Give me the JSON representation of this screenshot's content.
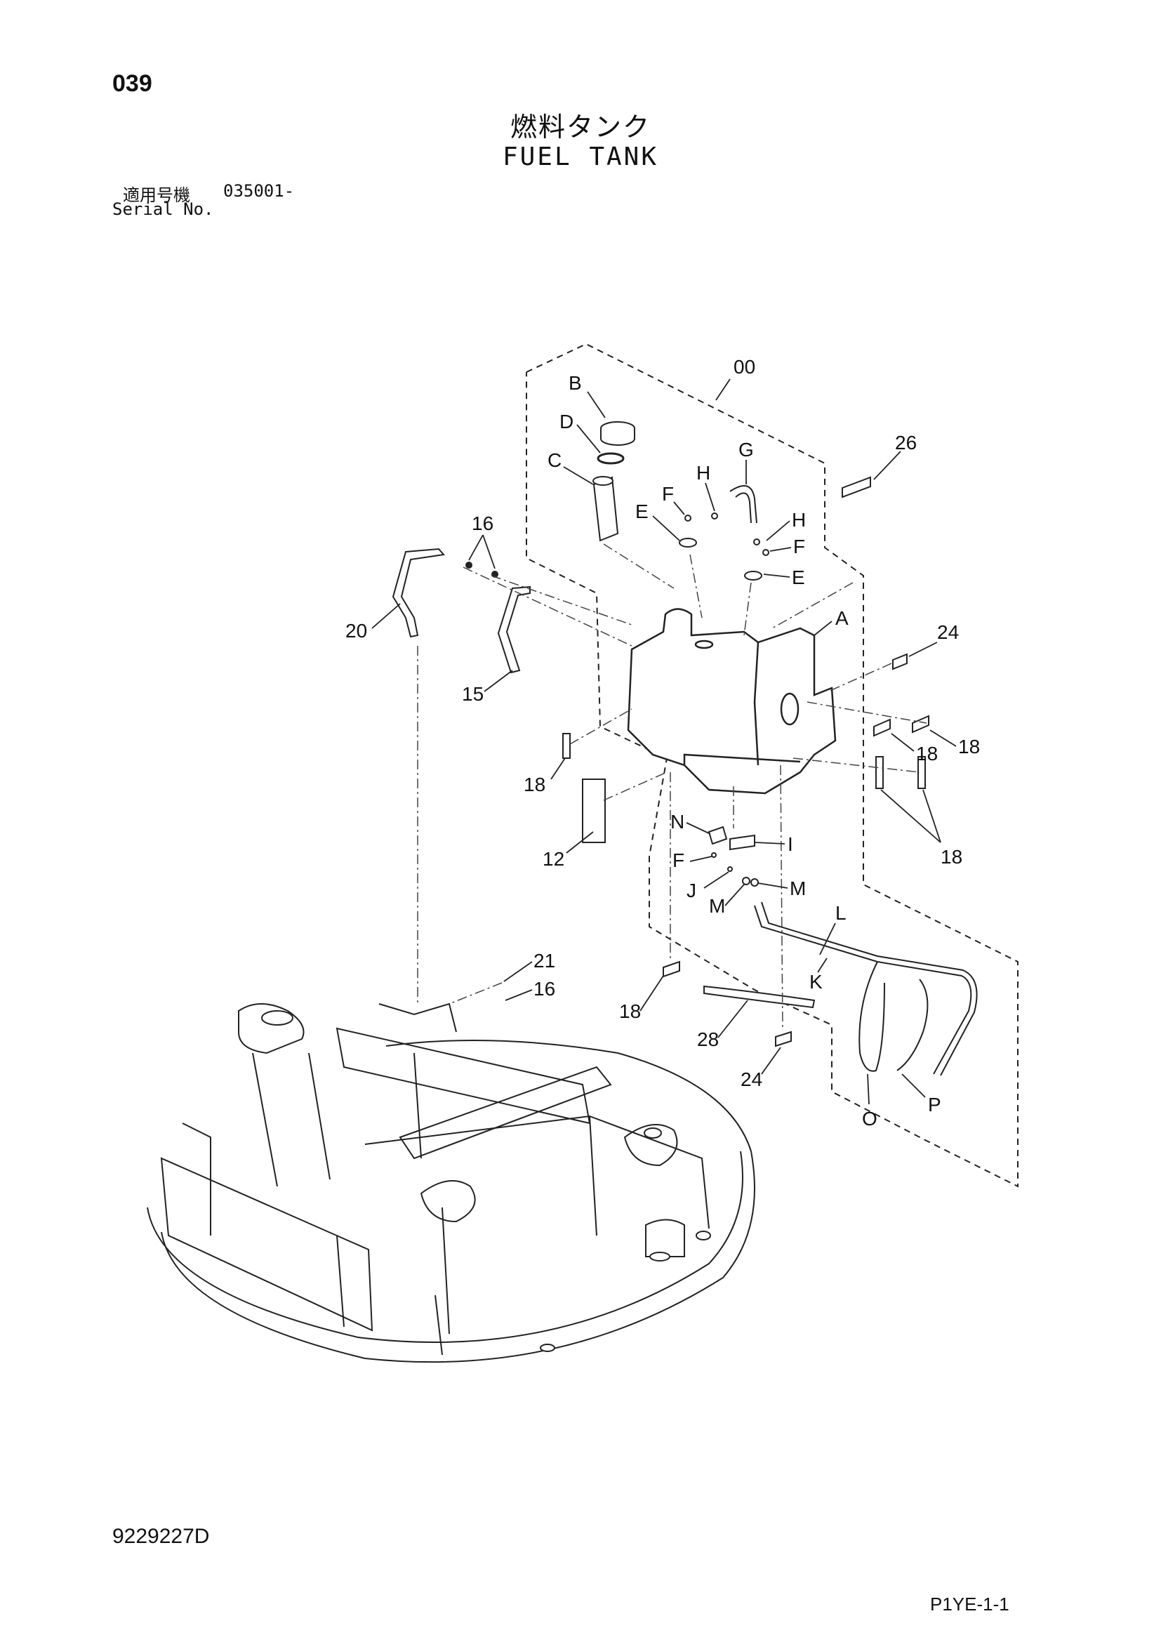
{
  "header": {
    "page_number": "039",
    "title_ja": "燃料タンク",
    "title_en": "FUEL TANK",
    "serial_label_ja": "適用号機",
    "serial_value": "035001-",
    "serial_label_en": "Serial No."
  },
  "footer": {
    "drawing_number": "9229227D",
    "page_code": "P1YE-1-1"
  },
  "callouts": {
    "assembly": "00",
    "b": "B",
    "d": "D",
    "c": "C",
    "g": "G",
    "h1": "H",
    "f1": "F",
    "e1": "E",
    "h2": "H",
    "f2": "F",
    "e2": "E",
    "a": "A",
    "p26": "26",
    "p24a": "24",
    "p16a": "16",
    "p20": "20",
    "p15": "15",
    "p18a": "18",
    "p18b": "18",
    "p18c": "18",
    "p18d": "18",
    "p18e": "18",
    "p12": "12",
    "n": "N",
    "i": "I",
    "f3": "F",
    "j": "J",
    "m1": "M",
    "m2": "M",
    "l": "L",
    "k": "K",
    "p21": "21",
    "p16b": "16",
    "p28": "28",
    "p24b": "24",
    "o": "O",
    "p": "P"
  }
}
